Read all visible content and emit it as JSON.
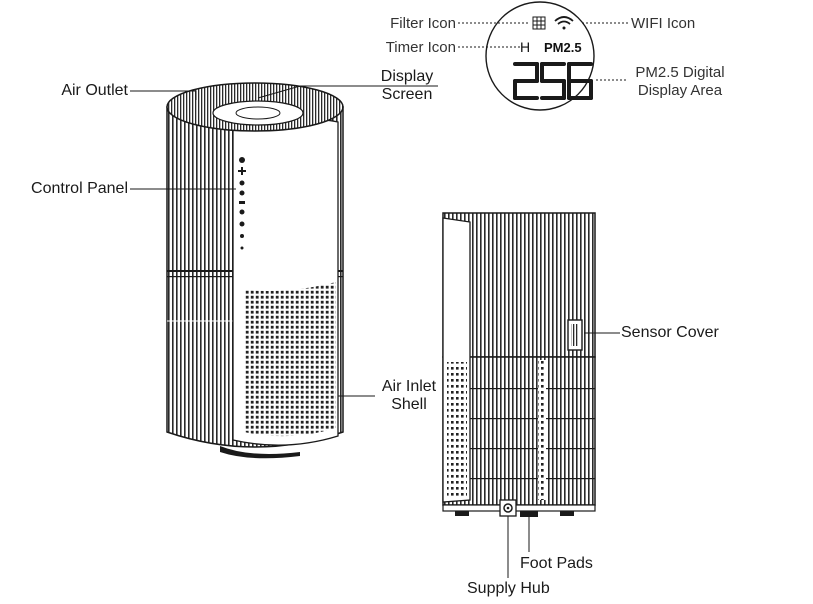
{
  "labels": {
    "air_outlet": "Air Outlet",
    "display_screen_1": "Display",
    "display_screen_2": "Screen",
    "control_panel": "Control Panel",
    "air_inlet_shell_1": "Air Inlet",
    "air_inlet_shell_2": "Shell",
    "sensor_cover": "Sensor Cover",
    "foot_pads": "Foot Pads",
    "supply_hub": "Supply Hub",
    "filter_icon": "Filter Icon",
    "timer_icon": "Timer Icon",
    "wifi_icon": "WIFI Icon",
    "pm_digital_1": "PM2.5 Digital",
    "pm_digital_2": "Display Area"
  },
  "display": {
    "pm_label": "PM2.5",
    "hour_mark": "H",
    "reading": "256"
  },
  "icons": [
    "filter-grid-icon",
    "wifi-icon",
    "control-panel-icons"
  ],
  "colors": {
    "line": "#1a1a1a",
    "body": "#ffffff",
    "grille": "#2b2b2b"
  }
}
